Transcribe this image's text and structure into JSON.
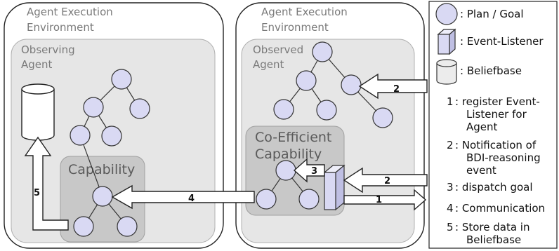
{
  "environments": {
    "left": {
      "title_lines": [
        "Agent Execution",
        "Environment"
      ]
    },
    "right": {
      "title_lines": [
        "Agent Execution",
        "Environment"
      ]
    }
  },
  "agents": {
    "observing": {
      "label_lines": [
        "Observing",
        "Agent"
      ]
    },
    "observed": {
      "label_lines": [
        "Observed",
        "Agent"
      ]
    }
  },
  "capabilities": {
    "left": {
      "label_lines": [
        "Capability"
      ]
    },
    "right": {
      "label_lines": [
        "Co-Efficient",
        "Capability"
      ]
    }
  },
  "arrows": {
    "notification_top": "2",
    "notification_mid": "2",
    "dispatch": "3",
    "register": "1",
    "communication": "4",
    "store": "5"
  },
  "legend": {
    "plan_goal": ": Plan / Goal",
    "event_listener": ": Event-Listener",
    "beliefbase": ": Beliefbase",
    "items": [
      {
        "num": "1",
        "lines": [
          ": register Event-",
          "Listener for",
          "Agent"
        ]
      },
      {
        "num": "2",
        "lines": [
          ": Notification of",
          "BDI-reasoning",
          "event"
        ]
      },
      {
        "num": "3",
        "lines": [
          ": dispatch goal"
        ]
      },
      {
        "num": "4",
        "lines": [
          ": Communication"
        ]
      },
      {
        "num": "5",
        "lines": [
          ": Store data in",
          "Beliefbase"
        ]
      }
    ]
  },
  "colors": {
    "node_fill": "#d9d9f3",
    "agent_fill": "#e6e6e6",
    "capability_fill": "#c8c8c8",
    "listener_fill": "#d9d9f3",
    "stroke": "#333333"
  }
}
